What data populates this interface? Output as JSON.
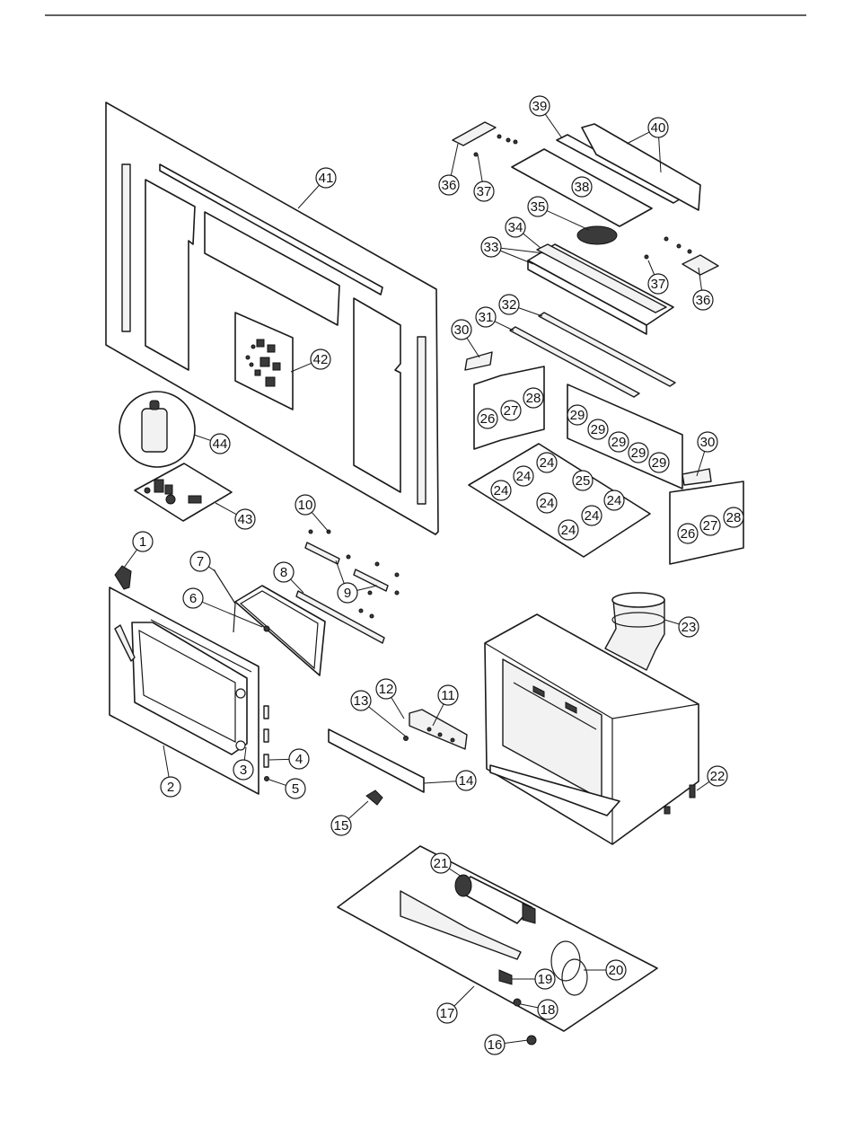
{
  "diagram": {
    "type": "exploded-parts-diagram",
    "callouts": [
      "1",
      "2",
      "3",
      "4",
      "5",
      "6",
      "7",
      "8",
      "9",
      "10",
      "11",
      "12",
      "13",
      "14",
      "15",
      "16",
      "17",
      "18",
      "19",
      "20",
      "21",
      "22",
      "23",
      "24",
      "25",
      "26",
      "27",
      "28",
      "29",
      "30",
      "31",
      "32",
      "33",
      "34",
      "35",
      "36",
      "37",
      "38",
      "39",
      "40",
      "41",
      "42",
      "43",
      "44"
    ]
  }
}
